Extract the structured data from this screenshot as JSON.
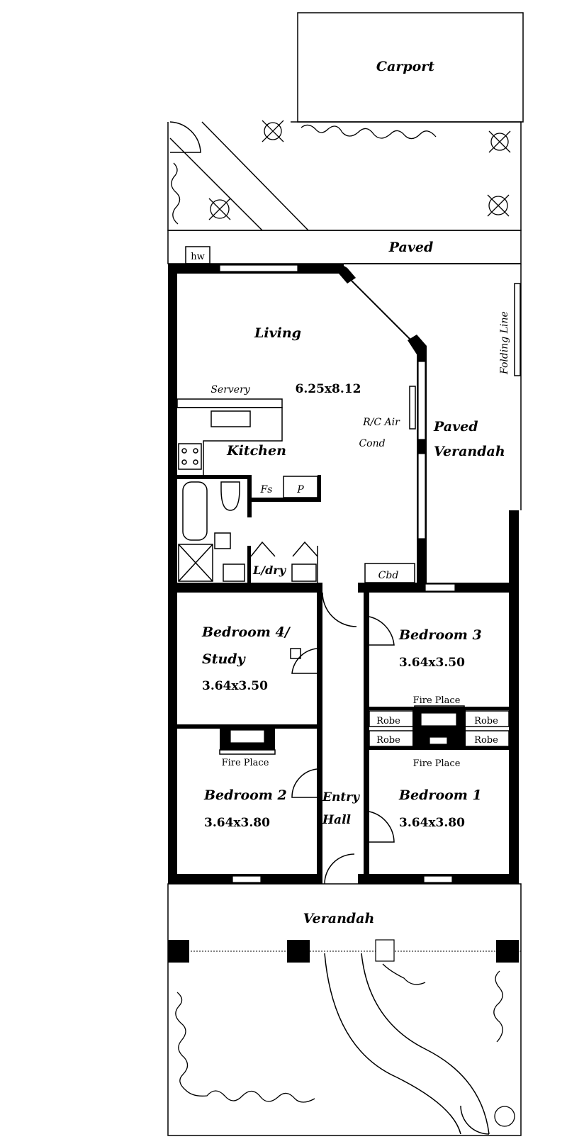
{
  "title": "Floor Plan",
  "labels": {
    "carport": "Carport",
    "paved": "Paved",
    "hw": "hw",
    "living": "Living",
    "living_dim": "6.25x8.12",
    "servery": "Servery",
    "kitchen": "Kitchen",
    "rc_air_1": "R/C Air",
    "rc_air_2": "Cond",
    "paved_verandah_1": "Paved",
    "paved_verandah_2": "Verandah",
    "folding_line": "Folding Line",
    "fs": "Fs",
    "p": "P",
    "ldry": "L/dry",
    "cbd": "Cbd",
    "bedroom4_1": "Bedroom 4/",
    "bedroom4_2": "Study",
    "bedroom4_dim": "3.64x3.50",
    "bedroom3": "Bedroom 3",
    "bedroom3_dim": "3.64x3.50",
    "fire_place_b3": "Fire Place",
    "robe_1": "Robe",
    "robe_2": "Robe",
    "robe_3": "Robe",
    "robe_4": "Robe",
    "fire_place_b1": "Fire Place",
    "fire_place_b2": "Fire Place",
    "bedroom2": "Bedroom 2",
    "bedroom2_dim": "3.64x3.80",
    "entry_1": "Entry",
    "entry_2": "Hall",
    "bedroom1": "Bedroom 1",
    "bedroom1_dim": "3.64x3.80",
    "verandah": "Verandah"
  }
}
